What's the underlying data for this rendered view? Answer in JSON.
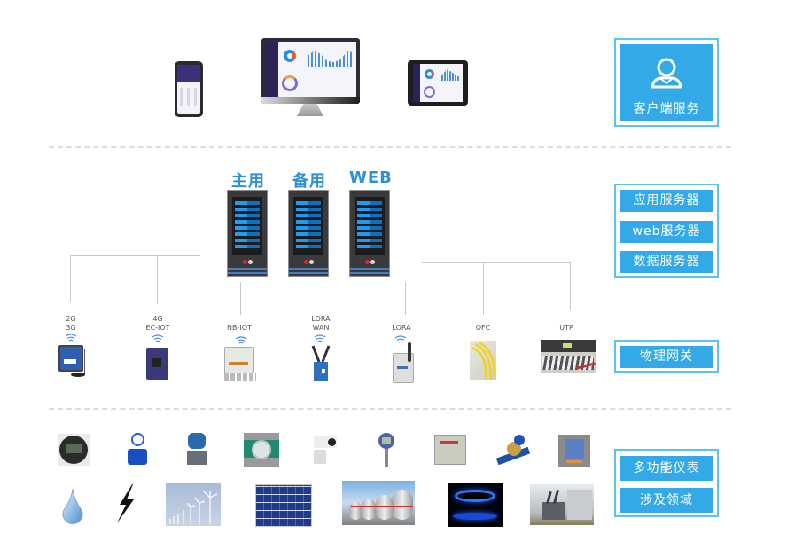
{
  "layers": {
    "client": {
      "devices": [
        {
          "name": "smartphone",
          "label": ""
        },
        {
          "name": "desktop-monitor",
          "label": ""
        },
        {
          "name": "tablet",
          "label": ""
        }
      ],
      "panel_label": "客户端服务",
      "panel_icon": "user-icon"
    },
    "servers": {
      "items": [
        {
          "label": "主用"
        },
        {
          "label": "备用"
        },
        {
          "label": "WEB"
        }
      ],
      "panel_items": [
        "应用服务器",
        "web服务器",
        "数据服务器"
      ]
    },
    "gateways": {
      "items": [
        {
          "label_line1": "2G",
          "label_line2": "3G",
          "wireless": true
        },
        {
          "label_line1": "4G",
          "label_line2": "EC-IOT",
          "wireless": true
        },
        {
          "label_line1": "",
          "label_line2": "NB-IOT",
          "wireless": true
        },
        {
          "label_line1": "LORA",
          "label_line2": "WAN",
          "wireless": true
        },
        {
          "label_line1": "",
          "label_line2": "LORA",
          "wireless": true
        },
        {
          "label_line1": "",
          "label_line2": "OFC",
          "wireless": false
        },
        {
          "label_line1": "",
          "label_line2": "UTP",
          "wireless": false
        }
      ],
      "panel_label": "物理网关"
    },
    "meters": {
      "instruments": [
        "round-lcd-meter",
        "electromagnetic-flowmeter",
        "pressure-transmitter",
        "oval-gear-flowmeter",
        "infrared-sensor",
        "digital-pressure-gauge",
        "gas-meter",
        "water-meter",
        "power-panel-meter"
      ],
      "domains": [
        "water",
        "electricity",
        "wind-power",
        "solar-power",
        "gas-storage",
        "natural-gas",
        "substation"
      ],
      "panel_items": [
        "多功能仪表",
        "涉及领域"
      ]
    }
  },
  "colors": {
    "accent": "#33a9e8",
    "panel_border": "#5cc3ef",
    "server_label": "#2f8fd8",
    "connector": "#c8c8c8",
    "divider": "#dcdcdc"
  }
}
